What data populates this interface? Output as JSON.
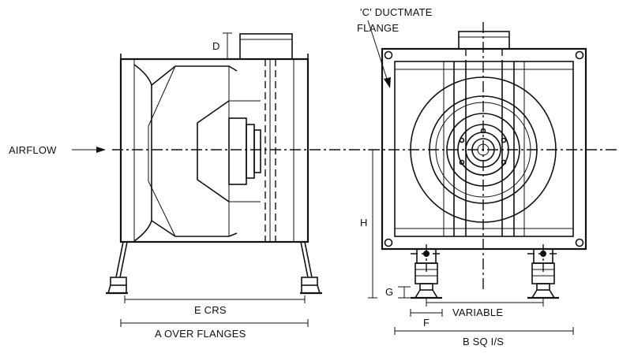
{
  "labels": {
    "ductmate_line1": "'C' DUCTMATE",
    "ductmate_line2": "FLANGE",
    "airflow": "AIRFLOW",
    "d": "D",
    "h": "H",
    "g": "G",
    "f": "F",
    "variable": "VARIABLE",
    "e_crs": "E CRS",
    "a_over_flanges": "A OVER FLANGES",
    "b_sq": "B SQ I/S"
  }
}
